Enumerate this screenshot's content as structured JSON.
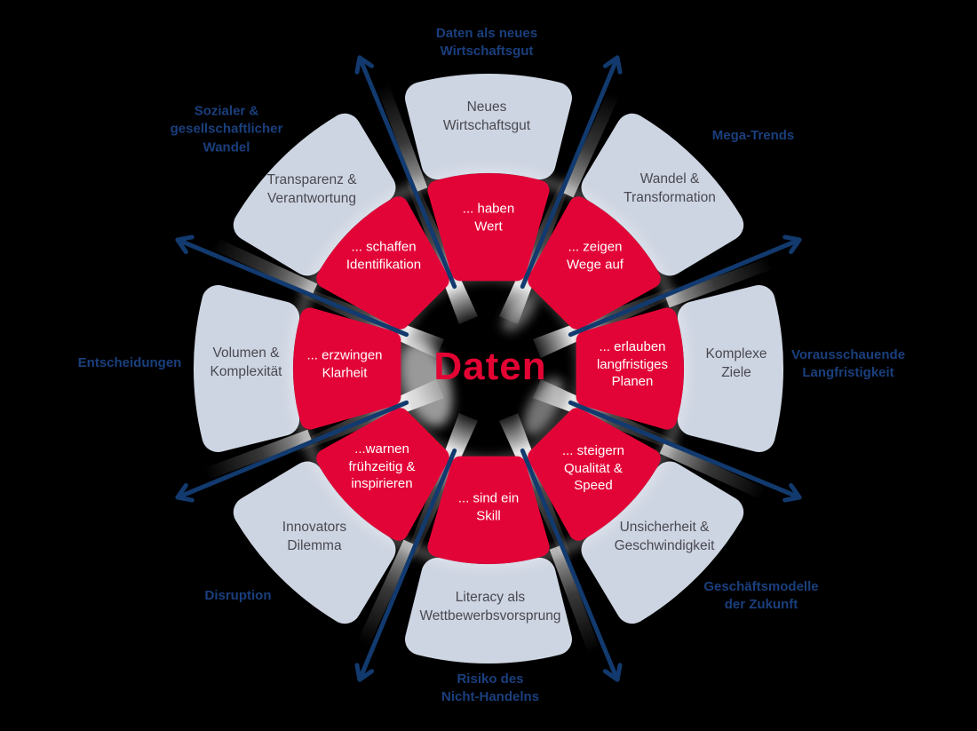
{
  "center": {
    "label": "Daten"
  },
  "petals": [
    {
      "label": "... haben\nWert"
    },
    {
      "label": "... zeigen\nWege auf"
    },
    {
      "label": "... erlauben\nlangfristiges\nPlanen"
    },
    {
      "label": "... steigern\nQualität &\nSpeed"
    },
    {
      "label": "... sind ein\nSkill"
    },
    {
      "label": "...warnen\nfrühzeitig &\ninspirieren"
    },
    {
      "label": "... erzwingen\nKlarheit"
    },
    {
      "label": "... schaffen\nIdentifikation"
    }
  ],
  "segments": [
    {
      "label": "Neues\nWirtschaftsgut"
    },
    {
      "label": "Wandel &\nTransformation"
    },
    {
      "label": "Komplexe\nZiele"
    },
    {
      "label": "Unsicherheit &\nGeschwindigkeit"
    },
    {
      "label": "Literacy als\nWettbewerbsvorsprung"
    },
    {
      "label": "Innovators\nDilemma"
    },
    {
      "label": "Volumen &\nKomplexität"
    },
    {
      "label": "Transparenz &\nVerantwortung"
    }
  ],
  "outer_labels": [
    {
      "label": "Daten als neues\nWirtschaftsgut"
    },
    {
      "label": "Mega-Trends"
    },
    {
      "label": "Vorausschauende\nLangfristigkeit"
    },
    {
      "label": "Geschäftsmodelle\nder Zukunft"
    },
    {
      "label": "Risiko des\nNicht-Handelns"
    },
    {
      "label": "Disruption"
    },
    {
      "label": "Entscheidungen"
    },
    {
      "label": "Sozialer &\ngesellschaftlicher\nWandel"
    }
  ],
  "colors": {
    "red": "#e30437",
    "segment_gray": "#ced5e2",
    "segment_text": "#494951",
    "arrow_navy": "#123a6e",
    "label_blue": "#1a3f7d",
    "petal_text": "#ffffff",
    "background": "#000000",
    "center_text": "#e30434"
  }
}
